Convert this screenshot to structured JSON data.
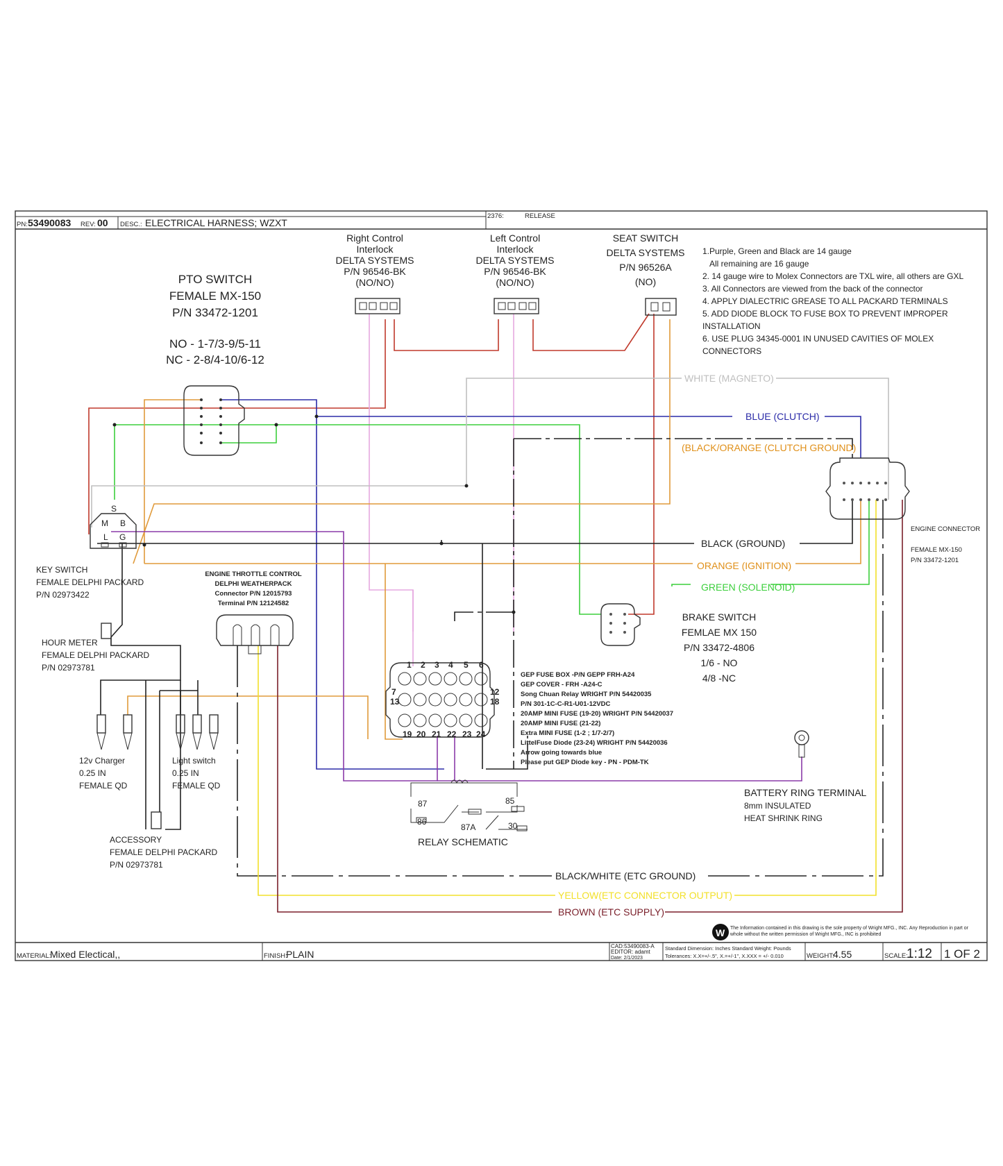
{
  "title_block": {
    "pn_label": "PN:",
    "pn": "53490083",
    "rev_label": "REV:",
    "rev": "00",
    "desc_label": "DESC.:",
    "desc": "ELECTRICAL HARNESS; WZXT",
    "eco": "2376:",
    "release": "RELEASE",
    "material_label": "MATERIAL:",
    "material": "Mixed Electical,,",
    "finish_label": "FINISH:",
    "finish": "PLAIN",
    "cad": "CAD:53490083-A",
    "editor": "EDITOR: adamt",
    "date": "Date: 2/1/2023",
    "std_dims": "Standard Dimension: Inches Standard Weight: Pounds",
    "tolerances": "Tolerances: X.X=+/-.5\", X.=+/-1\", X.XXX = +/- 0.010",
    "weight_label": "WEIGHT:",
    "weight": "4.55",
    "scale_label": "SCALE:",
    "scale": "1:12",
    "sheet": "1 OF 2",
    "disclaimer_1": "The Information contained in this drawing is the sole property of Wright MFG., INC. Any Reproduction in part or",
    "disclaimer_2": "whole without the written permission of Wright MFG., INC is prohibited",
    "logo": "W"
  },
  "notes": [
    "1.Purple, Green and Black are 14 gauge",
    "All remaining are 16 gauge",
    "2. 14 gauge wire to Molex Connectors are TXL wire, all others are GXL",
    "3. All Connectors are viewed from the back of the connector",
    "4. APPLY DIALECTRIC GREASE TO ALL PACKARD TERMINALS",
    "5. ADD DIODE BLOCK TO FUSE BOX TO PREVENT IMPROPER",
    "INSTALLATION",
    "6. USE PLUG 34345-0001 IN UNUSED CAVITIES OF MOLEX",
    "CONNECTORS"
  ],
  "components": {
    "right_control": [
      "Right Control",
      "Interlock",
      "DELTA SYSTEMS",
      "P/N 96546-BK",
      "(NO/NO)"
    ],
    "left_control": [
      "Left Control",
      "Interlock",
      "DELTA SYSTEMS",
      "P/N 96546-BK",
      "(NO/NO)"
    ],
    "seat_switch": [
      "SEAT SWITCH",
      "DELTA SYSTEMS",
      "P/N 96526A",
      "(NO)"
    ],
    "pto_switch": [
      "PTO SWITCH",
      "FEMALE MX-150",
      "P/N 33472-1201"
    ],
    "pto_logic": [
      "NO - 1-7/3-9/5-11",
      "NC - 2-8/4-10/6-12"
    ],
    "key_switch": [
      "KEY SWITCH",
      "FEMALE DELPHI PACKARD",
      "P/N 02973422"
    ],
    "key_pins": {
      "s": "S",
      "m": "M",
      "b": "B",
      "l": "L",
      "g": "G"
    },
    "hour_meter": [
      "HOUR METER",
      "FEMALE DELPHI PACKARD",
      "P/N 02973781"
    ],
    "charger": [
      "12v Charger",
      "0.25 IN",
      "FEMALE QD"
    ],
    "light_switch": [
      "Light switch",
      "0.25 IN",
      "FEMALE QD"
    ],
    "accessory": [
      "ACCESSORY",
      "FEMALE DELPHI PACKARD",
      "P/N 02973781"
    ],
    "etc": [
      "ENGINE THROTTLE CONTROL",
      "DELPHI WEATHERPACK",
      "Connector P/N 12015793",
      "Terminal P/N 12124582"
    ],
    "engine_connector": [
      "ENGINE CONNECTOR",
      "FEMALE MX-150",
      "P/N 33472-1201"
    ],
    "brake_switch": [
      "BRAKE SWITCH",
      "FEMLAE MX 150",
      "P/N 33472-4806",
      "1/6 - NO",
      "4/8 -NC"
    ],
    "battery": [
      "BATTERY RING TERMINAL",
      "8mm INSULATED",
      "HEAT SHRINK RING"
    ],
    "relay_title": "RELAY SCHEMATIC",
    "relay_pins": {
      "p87": "87",
      "p85": "85",
      "p86": "86",
      "p87a": "87A",
      "p30": "30"
    },
    "fuse_box_notes": [
      "GEP FUSE BOX -P/N GEPP FRH-A24",
      "GEP COVER - FRH -A24-C",
      "Song Chuan Relay WRIGHT P/N 54420035",
      "P/N 301-1C-C-R1-U01-12VDC",
      "20AMP MINI FUSE (19-20) WRIGHT P/N 54420037",
      "20AMP MINI FUSE (21-22)",
      "Extra MINI FUSE (1-2 ; 1/7-2/7)",
      "LittelFuse Diode (23-24) WRIGHT P/N 54420036",
      "Arrow going towards blue",
      "Please put GEP Diode key - PN - PDM-TK"
    ],
    "fuse_box_pins": {
      "top": [
        "1",
        "2",
        "3",
        "4",
        "5",
        "6"
      ],
      "left": [
        "7",
        "13"
      ],
      "right": [
        "12",
        "18"
      ],
      "bottom": [
        "19",
        "20",
        "21",
        "22",
        "23",
        "24"
      ]
    }
  },
  "wire_labels": {
    "white": "WHITE (MAGNETO)",
    "blue": "BLUE (CLUTCH)",
    "black_orange": "(BLACK/ORANGE (CLUTCH GROUND)",
    "black": "BLACK (GROUND)",
    "orange": "ORANGE (IGNITION)",
    "green": "GREEN (SOLENOID)",
    "black_white": "BLACK/WHITE (ETC GROUND)",
    "yellow": "YELLOW(ETC CONNECTOR OUTPUT)",
    "brown": "BROWN (ETC SUPPLY)"
  },
  "colors": {
    "red": "#c0392b",
    "pink": "#e6a8e0",
    "blue": "#2b2ba8",
    "green": "#3ccf3c",
    "orange": "#e09a3a",
    "black": "#222222",
    "gray": "#bfbfbf",
    "purple": "#8a3aa8",
    "yellow": "#f2e02a",
    "brown": "#7a1f2a",
    "label_orange": "#e0901a",
    "label_green": "#3ccf3c",
    "label_yellow": "#f2e02a"
  }
}
